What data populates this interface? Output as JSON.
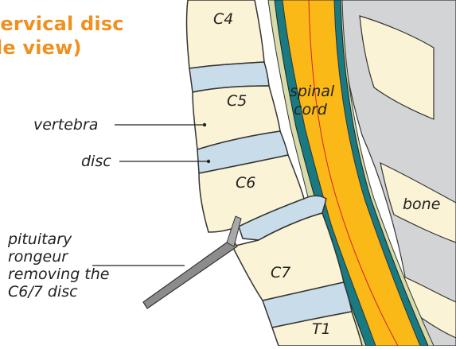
{
  "title": {
    "line1": "cervical disc",
    "line2": "de view)"
  },
  "labels": {
    "c4": "C4",
    "c5": "C5",
    "c6": "C6",
    "c7": "C7",
    "t1": "T1",
    "spinal_line1": "spinal",
    "spinal_line2": "cord",
    "vertebra": "vertebra",
    "disc": "disc",
    "bone": "bone",
    "rongeur_line1": "pituitary",
    "rongeur_line2": "rongeur",
    "rongeur_line3": "removing the",
    "rongeur_line4": "C6/7 disc"
  },
  "colors": {
    "title": "#f0901e",
    "vertebra": "#fbf3d5",
    "disc": "#c9dcea",
    "spinal_cord": "#fbb918",
    "dura": "#1a7a82",
    "csf": "#d8dca8",
    "bone": "#d2d4d6",
    "instrument": "#8c8c8c"
  }
}
